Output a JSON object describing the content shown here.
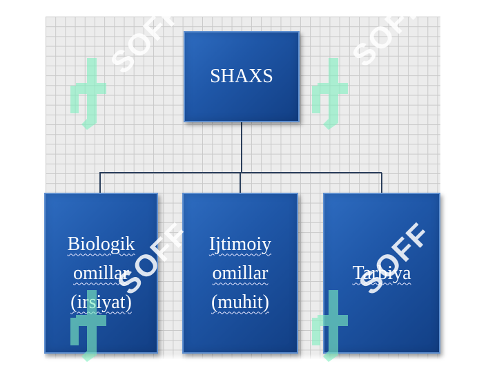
{
  "diagram": {
    "root": {
      "label": "SHAXS"
    },
    "children": [
      {
        "lines": [
          "Biologik",
          "omillar",
          "(irsiyat)"
        ]
      },
      {
        "lines": [
          "Ijtimoiy",
          "omillar",
          "(muhit)"
        ]
      },
      {
        "lines": [
          "Tarbiya"
        ]
      }
    ]
  },
  "watermark": {
    "text": "SOFF"
  },
  "colors": {
    "box_fill": "#1f57a8",
    "box_border": "#5e8fd0",
    "connector": "#2b3f5c",
    "grid_bg": "#ececec",
    "grid_line": "#c9c9c9",
    "watermark": "#7ff0c0"
  }
}
